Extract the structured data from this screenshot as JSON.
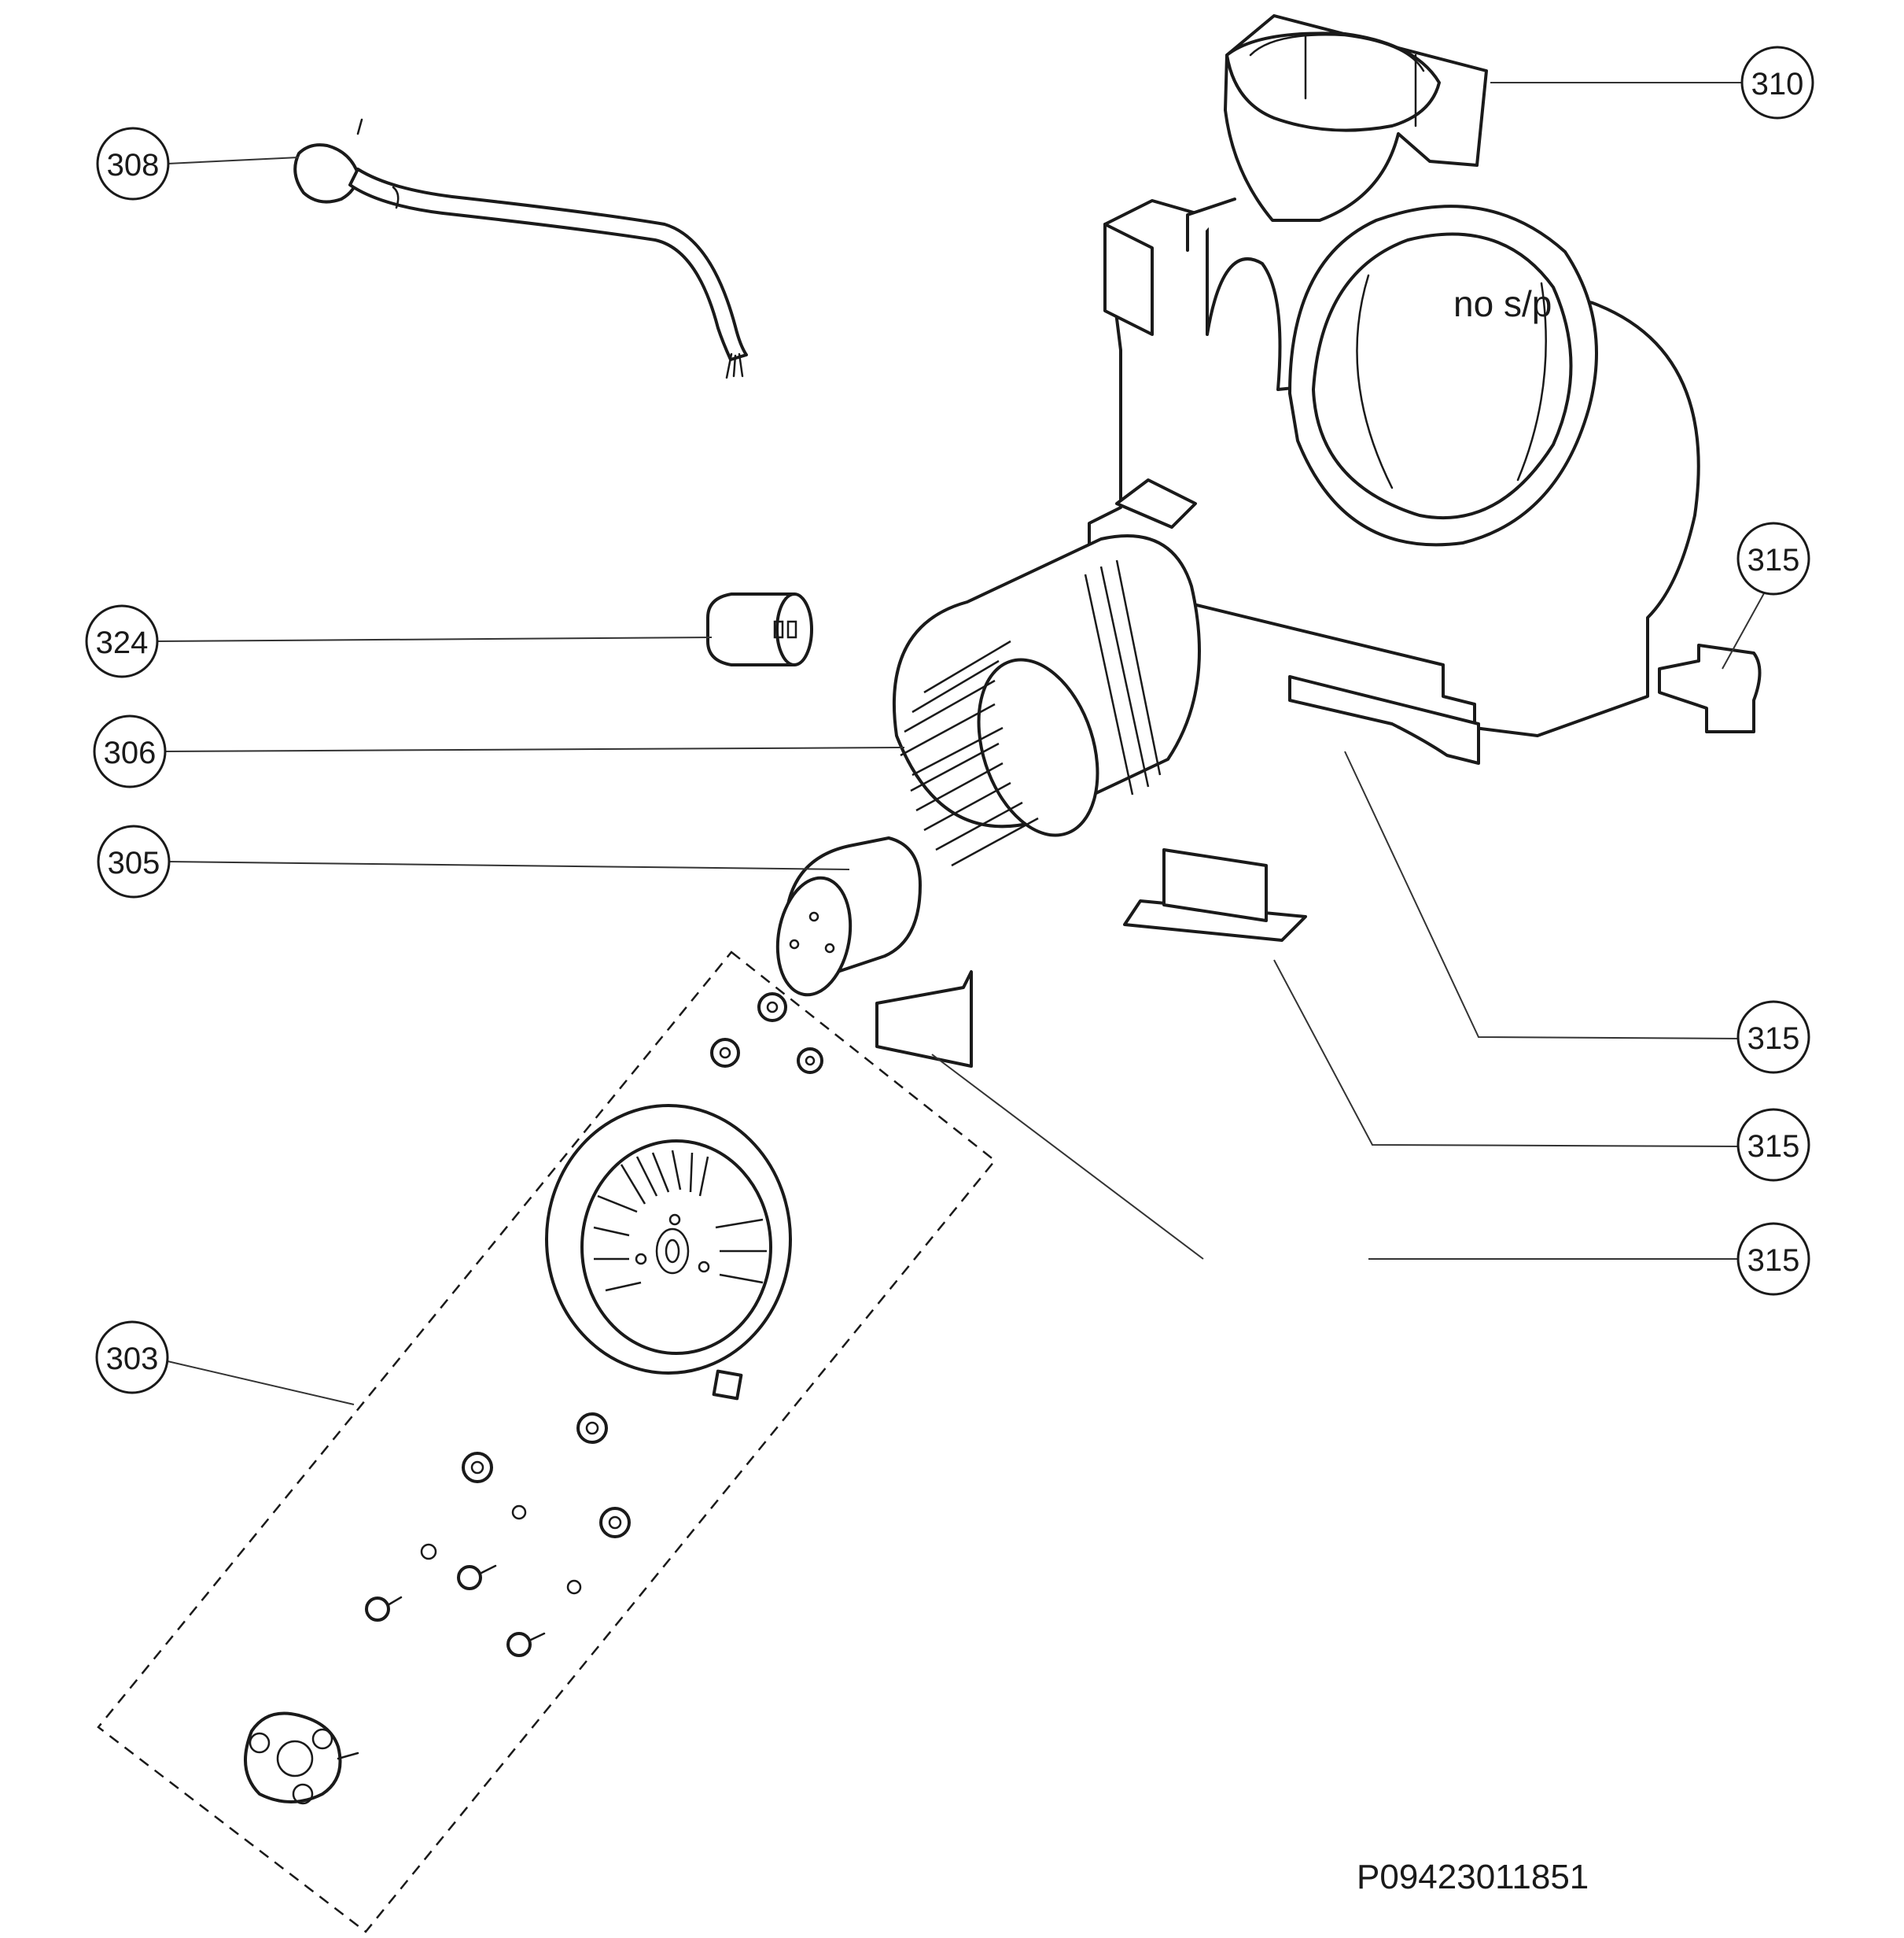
{
  "diagram": {
    "callouts": [
      {
        "id": "c308",
        "label": "308"
      },
      {
        "id": "c310",
        "label": "310"
      },
      {
        "id": "c324",
        "label": "324"
      },
      {
        "id": "c306",
        "label": "306"
      },
      {
        "id": "c305",
        "label": "305"
      },
      {
        "id": "c303",
        "label": "303"
      },
      {
        "id": "c315a",
        "label": "315"
      },
      {
        "id": "c315b",
        "label": "315"
      },
      {
        "id": "c315c",
        "label": "315"
      },
      {
        "id": "c315d",
        "label": "315"
      }
    ],
    "annotation": "no s/p",
    "reference_code": "P09423011851"
  }
}
